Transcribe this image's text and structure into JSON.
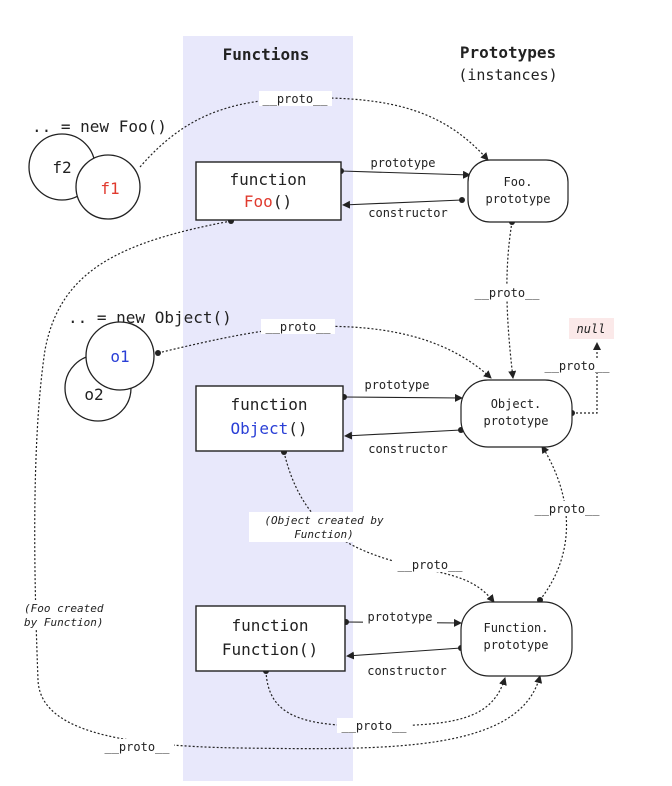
{
  "headings": {
    "functions": "Functions",
    "prototypes": "Prototypes",
    "prototypes_sub": "(instances)"
  },
  "instances": {
    "new_foo": ".. = new Foo()",
    "new_object": ".. = new Object()",
    "f1": "f1",
    "f2": "f2",
    "o1": "o1",
    "o2": "o2"
  },
  "functions": {
    "prefix": "function",
    "foo_name": "Foo",
    "object_name": "Object",
    "parens": "()",
    "function_full": "Function()"
  },
  "prototypes": {
    "foo_l1": "Foo.",
    "foo_l2": "prototype",
    "object_l1": "Object.",
    "object_l2": "prototype",
    "function_l1": "Function.",
    "function_l2": "prototype",
    "null": "null"
  },
  "edges": {
    "proto": "__proto__",
    "prototype": "prototype",
    "constructor": "constructor"
  },
  "notes": {
    "object_created_l1": "(Object created by",
    "object_created_l2": "Function)",
    "foo_created_l1": "(Foo created",
    "foo_created_l2": "by Function)"
  },
  "colors": {
    "column_bg": "#e8e8fb",
    "foo_name": "#e03a2e",
    "object_name": "#2a3fd6",
    "f1": "#e03a2e",
    "o1": "#2a3fd6",
    "null_bg": "#fbe9e9"
  }
}
